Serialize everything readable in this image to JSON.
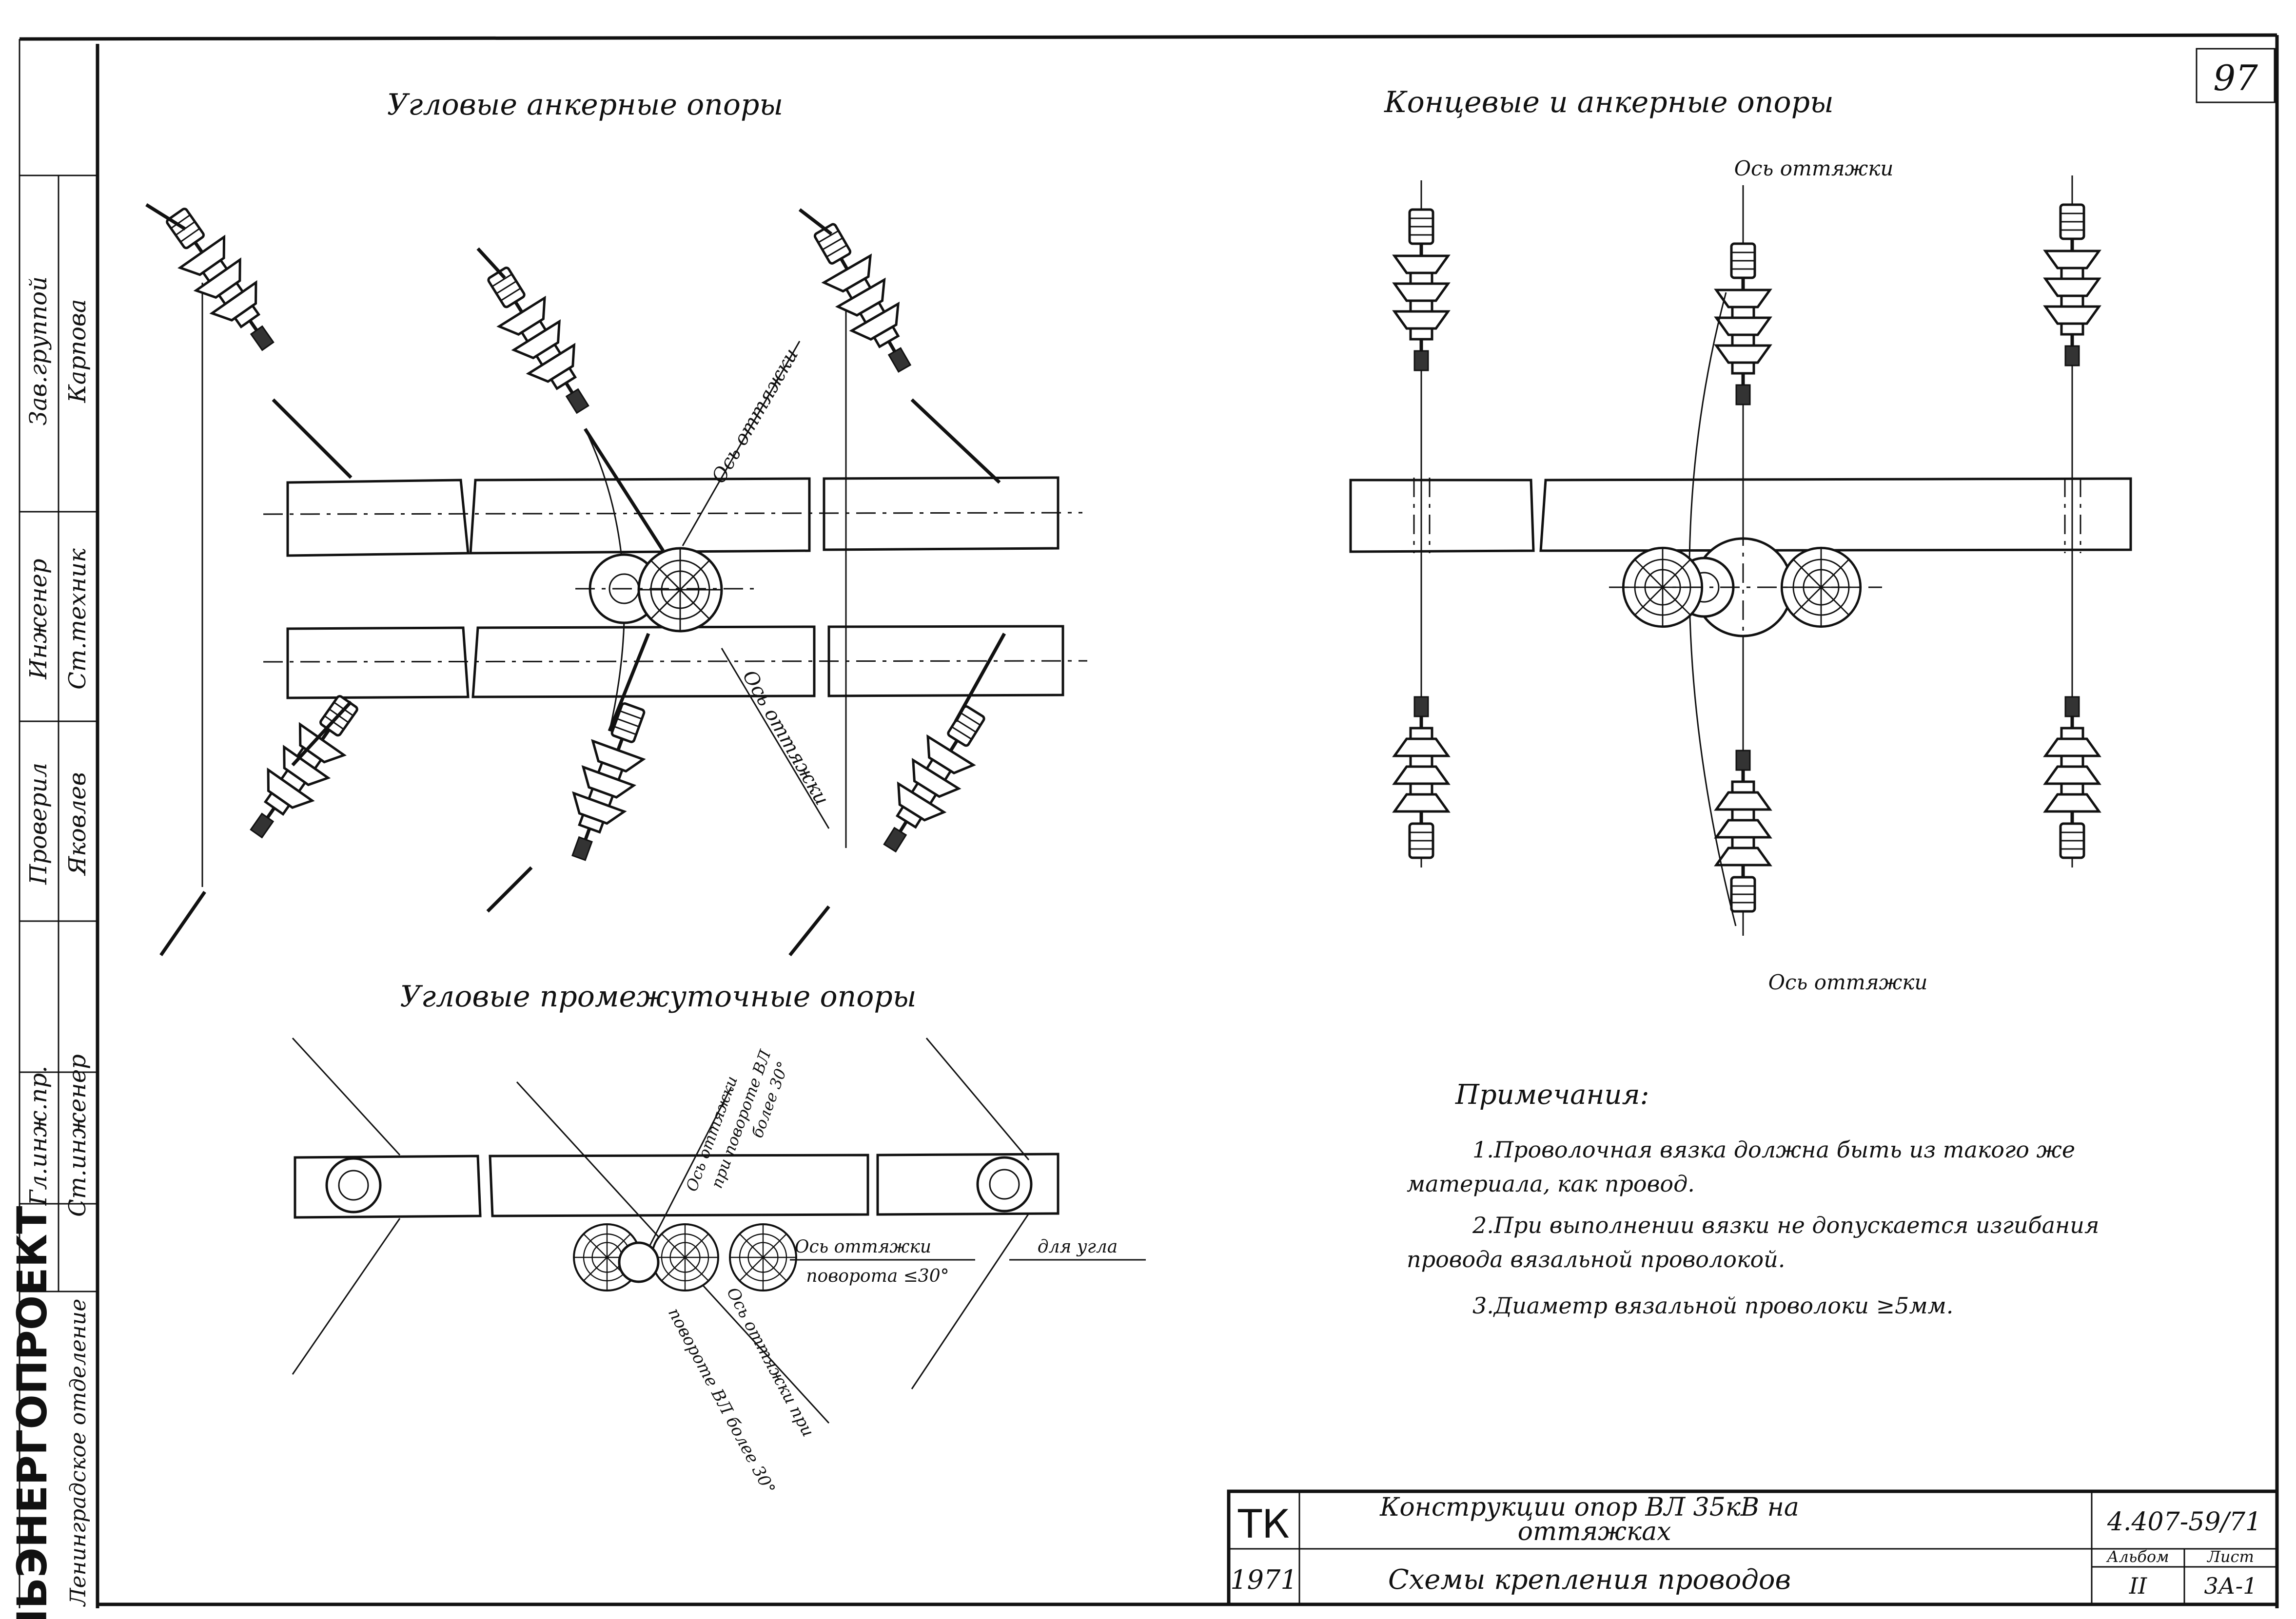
{
  "sheet_number": "97",
  "titles": {
    "corner_anchor": "Угловые анкерные опоры",
    "end_anchor": "Концевые и анкерные опоры",
    "corner_intermediate": "Угловые промежуточные опоры"
  },
  "labels": {
    "axis": "Ось оттяжки",
    "axis_top": "Ось оттяжки",
    "axis_bottom": "Ось оттяжки",
    "axis_diag_1": "Ось оттяжки",
    "axis_diag_2": "Ось оттяжки",
    "axis_small_a": "Ось оттяжки",
    "axis_small_b": "при повороте ВЛ",
    "axis_small_c": "более 30°",
    "axis_angle_1": "Ось оттяжки",
    "axis_angle_2": "для угла",
    "axis_angle_3": "поворота ≤30°",
    "axis_lower_1": "Ось оттяжки при",
    "axis_lower_2": "повороте ВЛ более 30°"
  },
  "notes": {
    "heading": "Примечания:",
    "n1a": "1.Проволочная вязка должна быть из такого же",
    "n1b": "материала, как провод.",
    "n2a": "2.При выполнении вязки не допускается изгибания",
    "n2b": "провода вязальной проволокой.",
    "n3": "3.Диаметр вязальной проволоки ≥5мм."
  },
  "stamp": {
    "org_code": "ТК",
    "year": "1971",
    "title_1": "Конструкции опор ВЛ 35кВ на",
    "title_2": "оттяжках",
    "subtitle": "Схемы крепления проводов",
    "doc_number": "4.407-59/71",
    "album_label": "Альбом",
    "album_value": "II",
    "sheet_label": "Лист",
    "sheet_value": "3А-1"
  },
  "side_block": {
    "org": "ТЕЛЬЭНЕРГОПРОЕКТ",
    "dept": "Ленинградское отделение",
    "rows": [
      {
        "role": "Зав.группой",
        "name": "Карпова"
      },
      {
        "role": "Инженер",
        "name": "Ст.техник"
      },
      {
        "role": "Проверил",
        "name": "Яковлев"
      },
      {
        "role": "Гл.инж.пр.",
        "name": "Ст.инженер"
      }
    ]
  }
}
